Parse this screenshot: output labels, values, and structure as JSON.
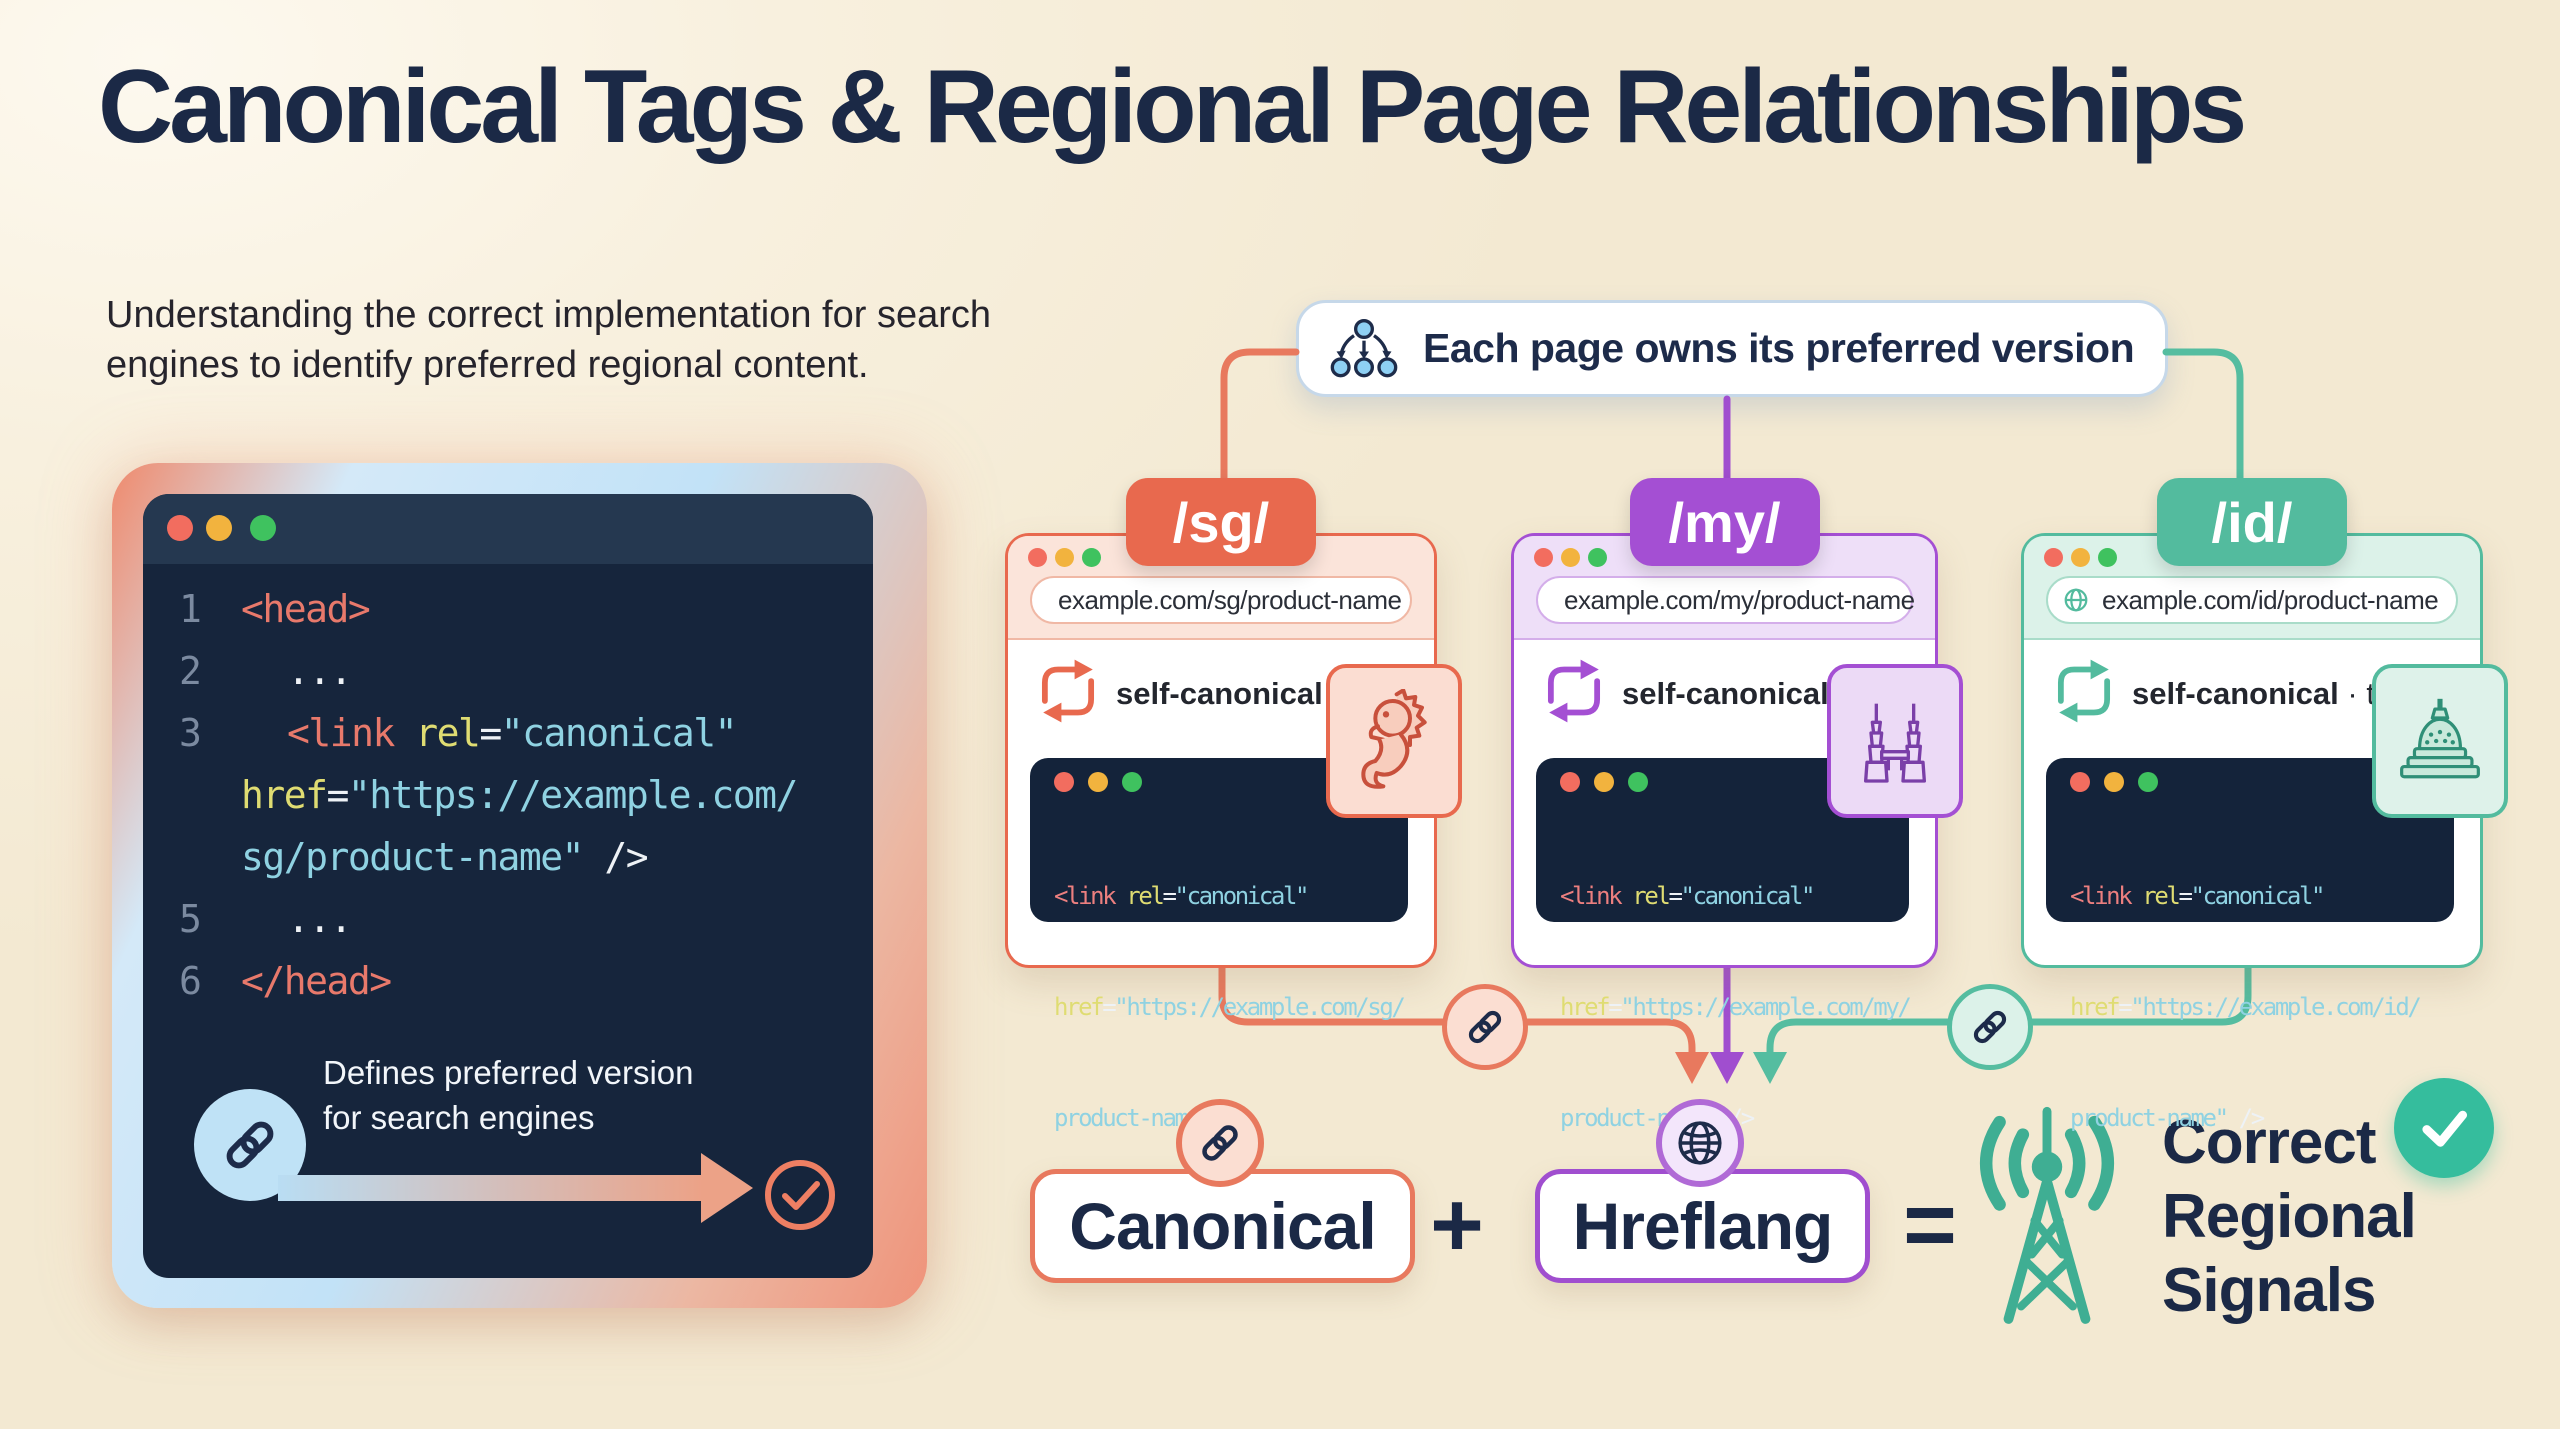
{
  "page": {
    "title": "Canonical Tags & Regional Page Relationships",
    "subtitle1": "Understanding the correct implementation for search",
    "subtitle2": "engines to identify preferred regional content."
  },
  "callout": {
    "text": "Each page owns its preferred version"
  },
  "editor": {
    "nums": [
      "1",
      "2",
      "3",
      "5",
      "6"
    ],
    "l1_tag": "<head>",
    "l2_dots": "...",
    "l3_tag": "<link",
    "l3_attr": " rel",
    "l3_eq": "=",
    "l3_val": "\"canonical\"",
    "l4_attr": "href",
    "l4_eq": "=",
    "l4_url": "\"https://example.com/",
    "l5_url": "sg/product-name\"",
    "l5_close": " />",
    "l6_dots": "...",
    "l7_tag": "</head>",
    "note1": "Defines preferred version",
    "note2": "for search engines"
  },
  "cards": [
    {
      "tab": "/sg/",
      "url": "example.com/sg/product-name",
      "self_label": "self-canonical",
      "separator": " · ",
      "color_word": "coral",
      "landmark_icon": "merlion-icon",
      "code": {
        "l1_tag": "<link",
        "l1_attr": " rel",
        "l1_eq": "=",
        "l1_val": "\"canonical\"",
        "l2_attr": "href",
        "l2_eq": "=",
        "l2_url": "\"https://example.com/sg/",
        "l3_url": "product-name\"",
        "l3_close": " />"
      }
    },
    {
      "tab": "/my/",
      "url": "example.com/my/product-name",
      "self_label": "self-canonical",
      "separator": " · ",
      "color_word": "purple",
      "landmark_icon": "petronas-towers-icon",
      "code": {
        "l1_tag": "<link",
        "l1_attr": " rel",
        "l1_eq": "=",
        "l1_val": "\"canonical\"",
        "l2_attr": "href",
        "l2_eq": "=",
        "l2_url": "\"https://example.com/my/",
        "l3_url": "product-name\"",
        "l3_close": " />"
      }
    },
    {
      "tab": "/id/",
      "url": "example.com/id/product-name",
      "self_label": "self-canonical",
      "separator": " · ",
      "color_word": "teal",
      "landmark_icon": "borobudur-stupa-icon",
      "code": {
        "l1_tag": "<link",
        "l1_attr": " rel",
        "l1_eq": "=",
        "l1_val": "\"canonical\"",
        "l2_attr": "href",
        "l2_eq": "=",
        "l2_url": "\"https://example.com/id/",
        "l3_url": "product-name\"",
        "l3_close": " />"
      }
    }
  ],
  "equation": {
    "canonical": "Canonical",
    "plus": "+",
    "hreflang": "Hreflang",
    "equals": "=",
    "result1": "Correct",
    "result2": "Regional",
    "result3": "Signals"
  },
  "colors": {
    "coral": "#E8694E",
    "purple": "#A44FD3",
    "teal": "#53BB9E",
    "navy": "#1B2946",
    "cream_background": "#F7EFDC",
    "code_background": "#16253C",
    "code_tag": "#E8796B",
    "code_attr": "#DFDC72",
    "code_string": "#8FD2E2",
    "success_green": "#35BD9D"
  }
}
